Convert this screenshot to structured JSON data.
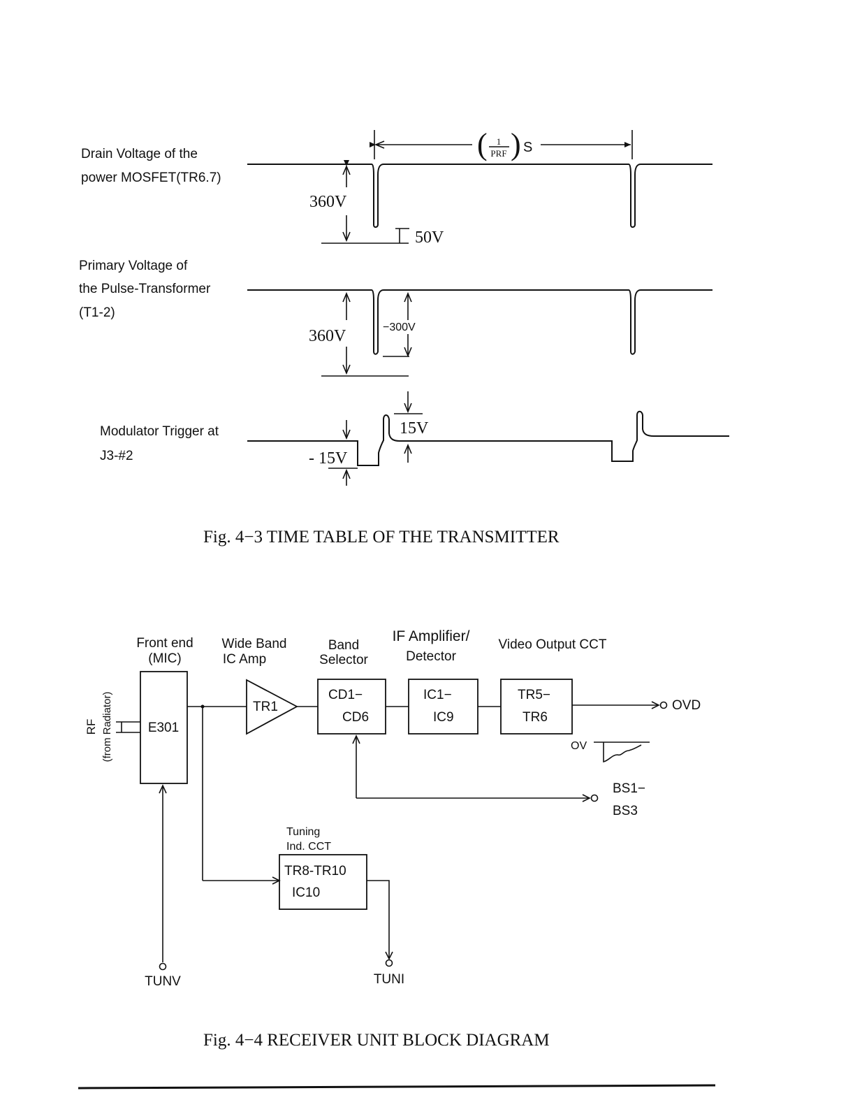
{
  "fig43": {
    "drain_label": [
      "Drain Voltage of the",
      "power MOSFET(TR6.7)"
    ],
    "drain_amplitude": "360V",
    "drain_floor": "50V",
    "period_label": "S",
    "period_num": "1",
    "period_den": "PRF",
    "primary_label": [
      "Primary Voltage of",
      "the Pulse-Transformer",
      "(T1-2)"
    ],
    "primary_amplitude": "360V",
    "primary_pulse": "−300V",
    "trigger_label": [
      "Modulator Trigger at",
      "J3-#2"
    ],
    "trigger_neg": "- 15V",
    "trigger_pos": "15V",
    "caption": "Fig. 4−3   TIME TABLE OF THE TRANSMITTER"
  },
  "fig44": {
    "input_label": "RF",
    "input_sublabel": "(from Radiator)",
    "blocks": [
      {
        "header": [
          "Front end",
          "(MIC)"
        ],
        "lines": [
          "E301"
        ]
      },
      {
        "header": [
          "Wide Band",
          "IC Amp"
        ],
        "lines": [
          "TR1"
        ]
      },
      {
        "header": [
          "Band",
          "Selector"
        ],
        "lines": [
          "CD1−",
          "CD6"
        ]
      },
      {
        "header": [
          "IF Amplifier/",
          "Detector"
        ],
        "lines": [
          "IC1−",
          "IC9"
        ]
      },
      {
        "header": [
          "Video Output CCT"
        ],
        "lines": [
          "TR5−",
          "TR6"
        ]
      },
      {
        "header": [
          "Tuning",
          "Ind. CCT"
        ],
        "lines": [
          "TR8-TR10",
          "IC10"
        ]
      }
    ],
    "terminals": {
      "ovd": "OVD",
      "ov": "OV",
      "bs": [
        "BS1−",
        "BS3"
      ],
      "tunv": "TUNV",
      "tuni": "TUNI"
    },
    "caption": "Fig. 4−4   RECEIVER UNIT BLOCK DIAGRAM"
  }
}
